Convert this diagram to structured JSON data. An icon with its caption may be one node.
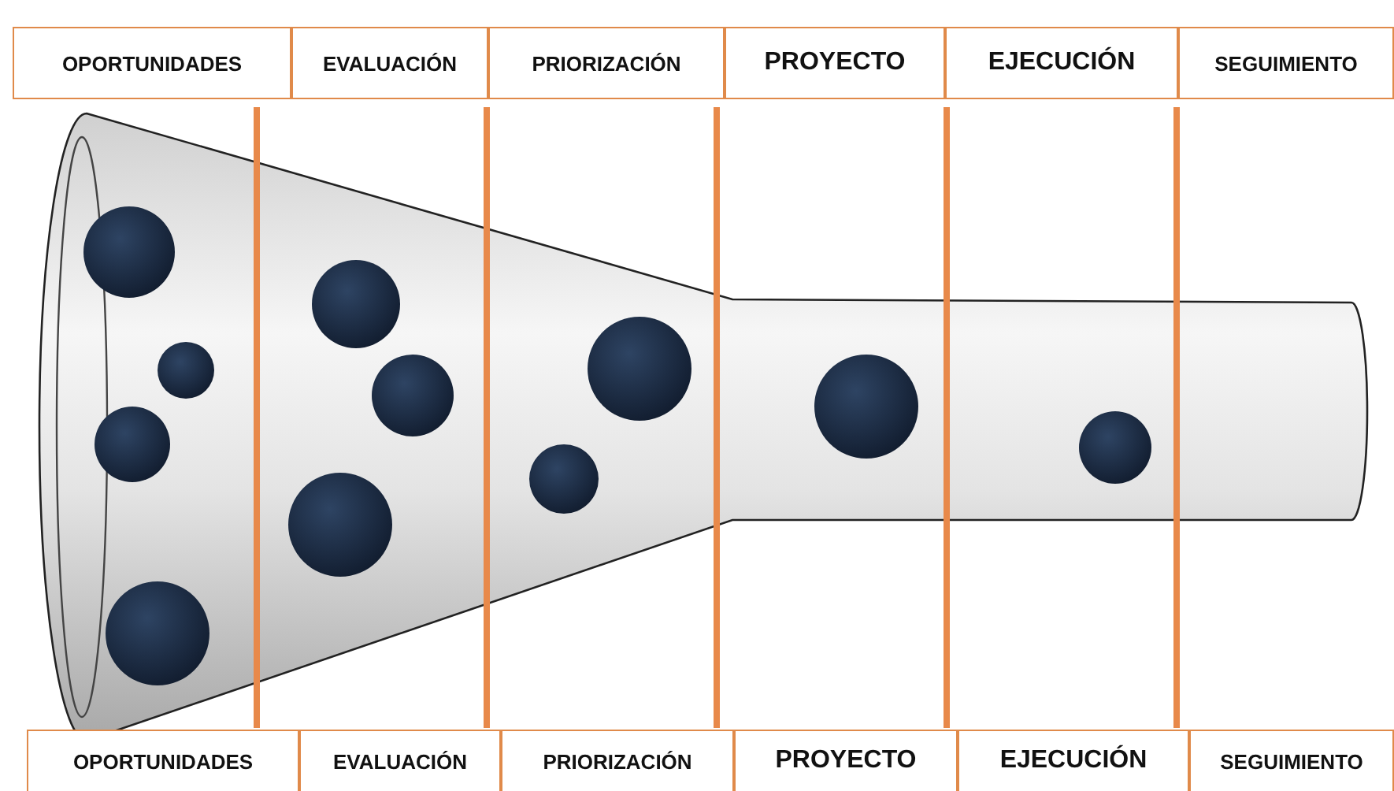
{
  "diagram": {
    "nodes": [
      {
        "text": [
          "OPORTUNIDADES"
        ]
      },
      {
        "text": [
          "EVALUACIÓN"
        ]
      },
      {
        "text": [
          "PRIORIZACIÓN"
        ]
      },
      {
        "text": [
          "PROYECTO"
        ]
      },
      {
        "text": [
          "EJECUCIÓN"
        ]
      },
      {
        "text": [
          "SEGUIMIENTO"
        ]
      },
      {
        "text": [
          "OPORTUNIDADES"
        ]
      },
      {
        "text": [
          "EVALUACIÓN"
        ]
      },
      {
        "text": [
          "PRIORIZACIÓN"
        ]
      },
      {
        "text": [
          "PROYECTO"
        ]
      },
      {
        "text": [
          "EJECUCIÓN"
        ]
      },
      {
        "text": [
          "SEGUIMIENTO"
        ]
      }
    ]
  }
}
